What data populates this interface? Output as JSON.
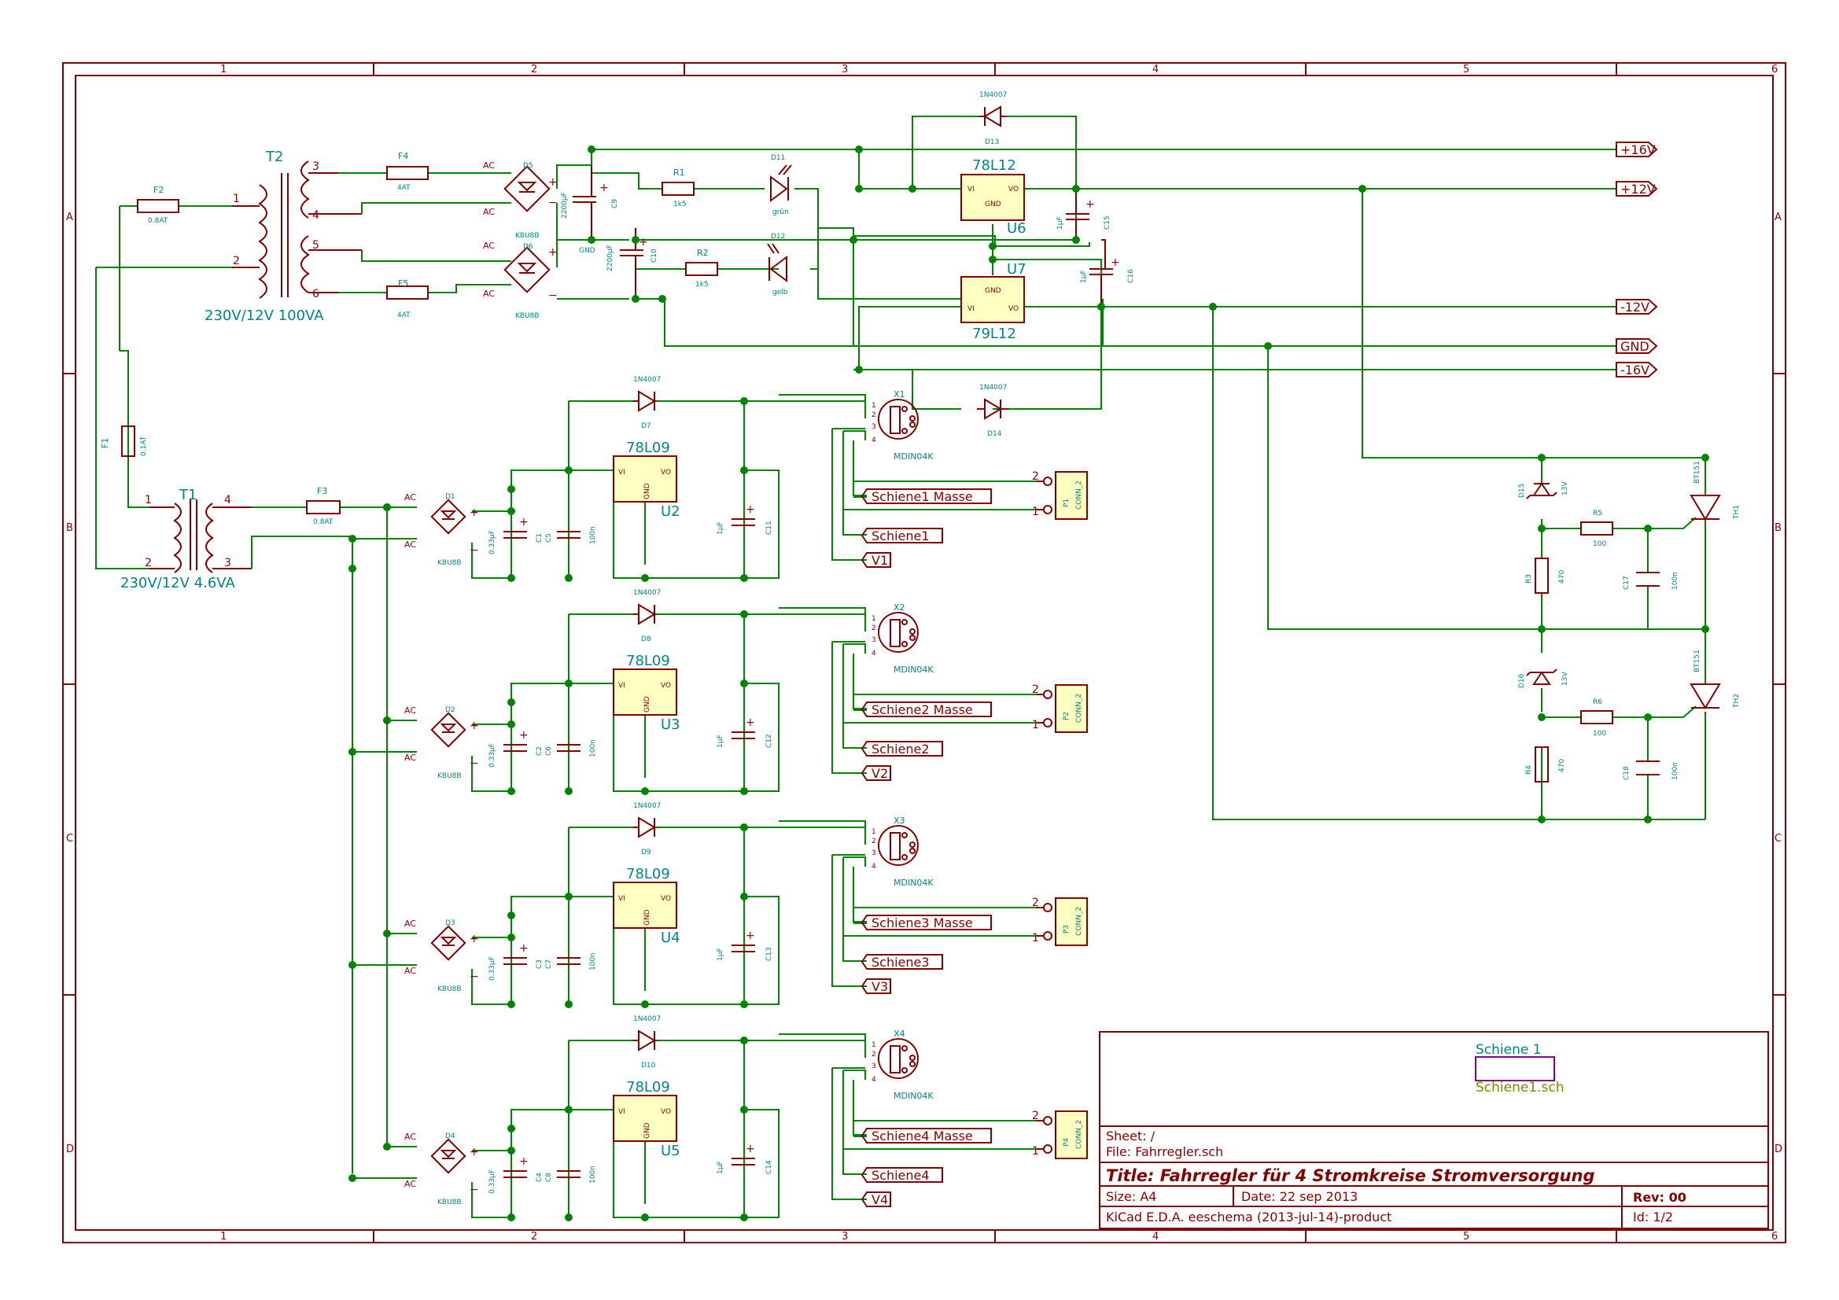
{
  "sheet": {
    "zones_x": [
      "1",
      "2",
      "3",
      "4",
      "5",
      "6"
    ],
    "zones_y": [
      "A",
      "B",
      "C",
      "D"
    ]
  },
  "title_block": {
    "sheet": "Sheet: /",
    "file": "File: Fahrregler.sch",
    "title": "Title: Fahrregler für 4 Stromkreise Stromversorgung",
    "size": "Size: A4",
    "date": "Date: 22 sep 2013",
    "rev": "Rev: 00",
    "tool": "KiCad E.D.A.  eeschema (2013-jul-14)-product",
    "id": "Id: 1/2"
  },
  "subsheet": {
    "name": "Schiene 1",
    "file": "Schiene1.sch"
  },
  "supply": {
    "t2": {
      "ref": "T2",
      "value": "230V/12V 100VA",
      "pins": [
        "1",
        "2",
        "3",
        "4",
        "5",
        "6"
      ]
    },
    "t1": {
      "ref": "T1",
      "value": "230V/12V 4.6VA",
      "pins": [
        "1",
        "2",
        "4",
        "3"
      ]
    },
    "f1": {
      "ref": "F1",
      "value": "0.1AT"
    },
    "f2": {
      "ref": "F2",
      "value": "0.8AT"
    },
    "f3": {
      "ref": "F3",
      "value": "0.8AT"
    },
    "f4": {
      "ref": "F4",
      "value": "4AT"
    },
    "f5": {
      "ref": "F5",
      "value": "4AT"
    },
    "d5": {
      "ref": "D5",
      "value": "KBU8B"
    },
    "d6": {
      "ref": "D6",
      "value": "KBU8B"
    },
    "ac": "AC",
    "plus": "+",
    "minus": "−",
    "c9": {
      "ref": "C9",
      "value": "2200µF"
    },
    "c10": {
      "ref": "C10",
      "value": "2200µF"
    },
    "gnd_label": "GND",
    "r1": {
      "ref": "R1",
      "value": "1k5"
    },
    "r2": {
      "ref": "R2",
      "value": "1k5"
    },
    "d11": {
      "ref": "D11",
      "value": "grün"
    },
    "d12": {
      "ref": "D12",
      "value": "gelb"
    },
    "d13": {
      "ref": "D13",
      "value": "1N4007"
    },
    "d14": {
      "ref": "D14",
      "value": "1N4007"
    },
    "u6": {
      "ref": "U6",
      "value": "78L12",
      "vi": "VI",
      "vo": "VO",
      "gnd": "GND"
    },
    "u7": {
      "ref": "U7",
      "value": "79L12",
      "vi": "VI",
      "vo": "VO",
      "gnd": "GND"
    },
    "c15": {
      "ref": "C15",
      "value": "1µF"
    },
    "c16": {
      "ref": "C16",
      "value": "1µF"
    },
    "rails": [
      "+16V",
      "+12V",
      "-12V",
      "GND",
      "-16V"
    ]
  },
  "right_section": {
    "d15": {
      "ref": "D15",
      "value": "13V"
    },
    "d16": {
      "ref": "D16",
      "value": "13V"
    },
    "r5": {
      "ref": "R5",
      "value": "100"
    },
    "r6": {
      "ref": "R6",
      "value": "100"
    },
    "r3": {
      "ref": "R3",
      "value": "470"
    },
    "r4": {
      "ref": "R4",
      "value": "470"
    },
    "c17": {
      "ref": "C17",
      "value": "100n"
    },
    "c18": {
      "ref": "C18",
      "value": "100n"
    },
    "th1": {
      "ref": "TH1",
      "value": "BT151"
    },
    "th2": {
      "ref": "TH2",
      "value": "BT151"
    }
  },
  "channels": [
    {
      "bridge": "D1",
      "bridge_val": "KBU8B",
      "c_in": "C1",
      "c_in_val": "0.33µF",
      "c_mid": "C5",
      "c_mid_val": "100n",
      "reg": "U2",
      "reg_val": "78L09",
      "c_out": "C11",
      "c_out_val": "1µF",
      "diode": "D7",
      "diode_val": "1N4007",
      "din": "X1",
      "din_val": "MDIN04K",
      "conn": "P1",
      "conn_val": "CONN_2",
      "masse": "Schiene1 Masse",
      "schiene": "Schiene1",
      "v": "V1",
      "vi": "VI",
      "vo": "VO",
      "gnd": "GND",
      "ac": "AC",
      "plus": "+",
      "minus": "−",
      "din_pins": [
        "1",
        "2",
        "3",
        "4"
      ],
      "conn_pins": [
        "2",
        "1"
      ]
    },
    {
      "bridge": "D2",
      "bridge_val": "KBU8B",
      "c_in": "C2",
      "c_in_val": "0.33µF",
      "c_mid": "C6",
      "c_mid_val": "100n",
      "reg": "U3",
      "reg_val": "78L09",
      "c_out": "C12",
      "c_out_val": "1µF",
      "diode": "D8",
      "diode_val": "1N4007",
      "din": "X2",
      "din_val": "MDIN04K",
      "conn": "P2",
      "conn_val": "CONN_2",
      "masse": "Schiene2 Masse",
      "schiene": "Schiene2",
      "v": "V2",
      "vi": "VI",
      "vo": "VO",
      "gnd": "GND",
      "ac": "AC",
      "plus": "+",
      "minus": "−",
      "din_pins": [
        "1",
        "2",
        "3",
        "4"
      ],
      "conn_pins": [
        "2",
        "1"
      ]
    },
    {
      "bridge": "D3",
      "bridge_val": "KBU8B",
      "c_in": "C3",
      "c_in_val": "0.33µF",
      "c_mid": "C7",
      "c_mid_val": "100n",
      "reg": "U4",
      "reg_val": "78L09",
      "c_out": "C13",
      "c_out_val": "1µF",
      "diode": "D9",
      "diode_val": "1N4007",
      "din": "X3",
      "din_val": "MDIN04K",
      "conn": "P3",
      "conn_val": "CONN_2",
      "masse": "Schiene3 Masse",
      "schiene": "Schiene3",
      "v": "V3",
      "vi": "VI",
      "vo": "VO",
      "gnd": "GND",
      "ac": "AC",
      "plus": "+",
      "minus": "−",
      "din_pins": [
        "1",
        "2",
        "3",
        "4"
      ],
      "conn_pins": [
        "2",
        "1"
      ]
    },
    {
      "bridge": "D4",
      "bridge_val": "KBU8B",
      "c_in": "C4",
      "c_in_val": "0.33µF",
      "c_mid": "C8",
      "c_mid_val": "100n",
      "reg": "U5",
      "reg_val": "78L09",
      "c_out": "C14",
      "c_out_val": "1µF",
      "diode": "D10",
      "diode_val": "1N4007",
      "din": "X4",
      "din_val": "MDIN04K",
      "conn": "P4",
      "conn_val": "CONN_2",
      "masse": "Schiene4 Masse",
      "schiene": "Schiene4",
      "v": "V4",
      "vi": "VI",
      "vo": "VO",
      "gnd": "GND",
      "ac": "AC",
      "plus": "+",
      "minus": "−",
      "din_pins": [
        "1",
        "2",
        "3",
        "4"
      ],
      "conn_pins": [
        "2",
        "1"
      ]
    }
  ]
}
